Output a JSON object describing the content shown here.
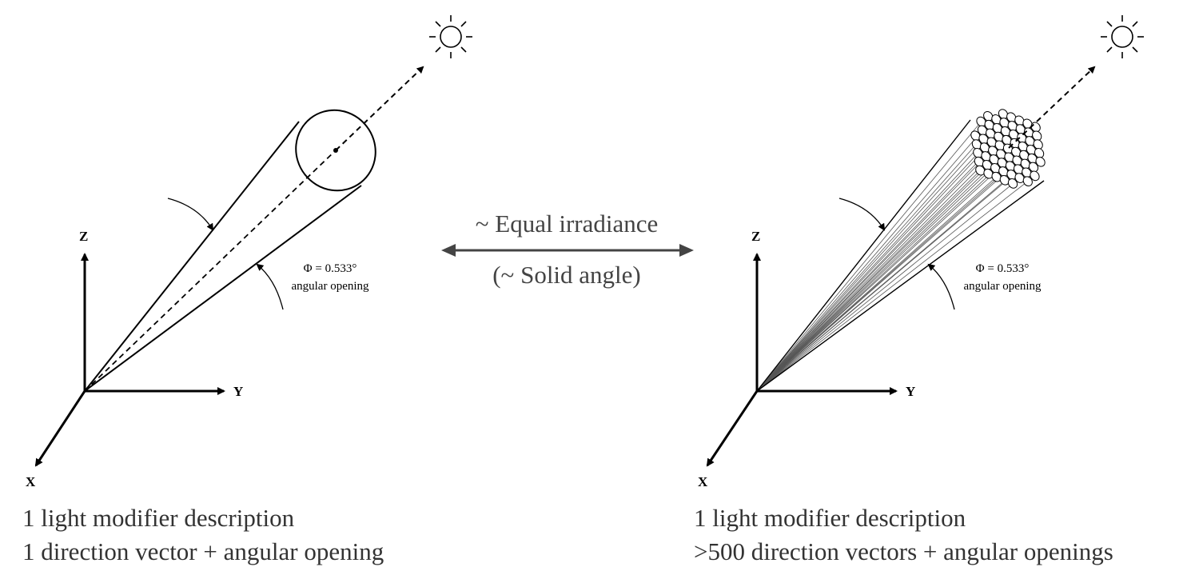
{
  "left_panel": {
    "axes": {
      "z": "Z",
      "y": "Y",
      "x": "X"
    },
    "annotation": {
      "phi": "Φ = 0.533°",
      "opening": "angular opening"
    },
    "caption": [
      "1 light modifier description",
      "1 direction vector + angular opening"
    ]
  },
  "right_panel": {
    "axes": {
      "z": "Z",
      "y": "Y",
      "x": "X"
    },
    "annotation": {
      "phi": "Φ = 0.533°",
      "opening": "angular opening"
    },
    "caption": [
      "1 light modifier description",
      ">500 direction vectors + angular openings"
    ]
  },
  "center": {
    "line1": "~ Equal irradiance",
    "line2": "(~ Solid angle)"
  },
  "icons": [
    "sun-icon",
    "double-arrow-icon"
  ]
}
